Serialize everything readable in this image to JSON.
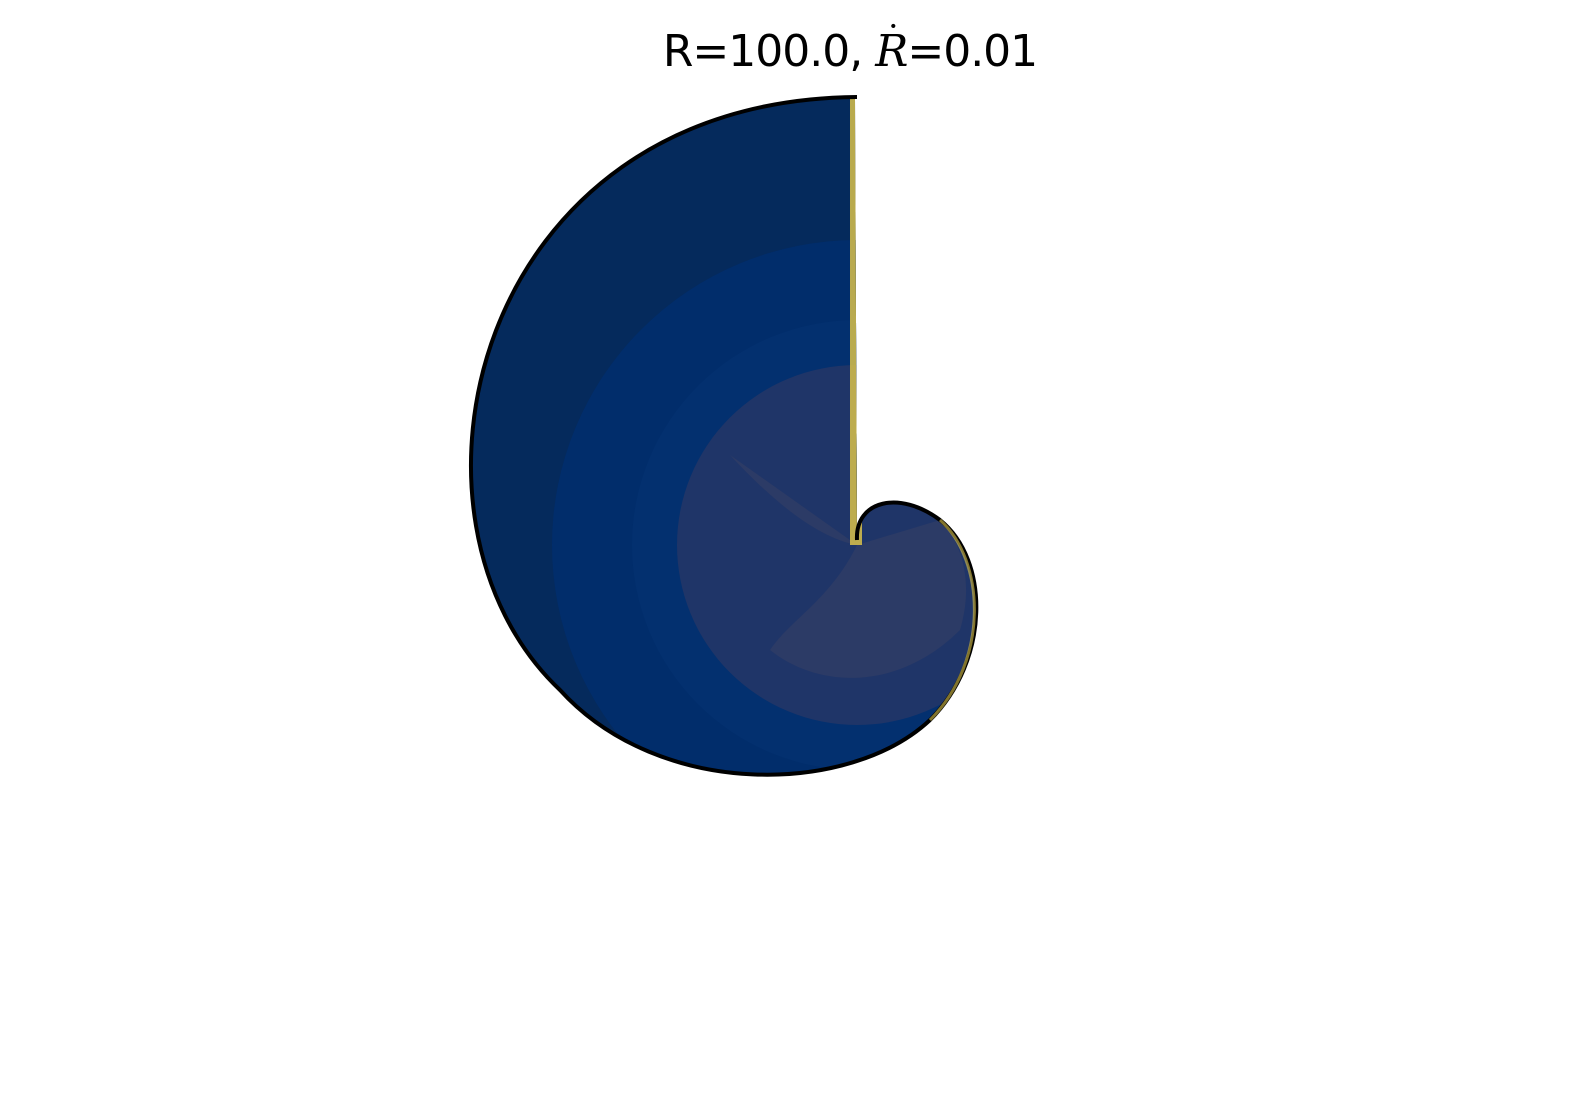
{
  "figure": {
    "title_prefix": "R=100.0, ",
    "title_symbol": "R",
    "title_suffix": "=0.01",
    "colors": {
      "outer_dark": "#052a5c",
      "mid_band": "#012d6b",
      "inner_band": "#03306f",
      "core": "#1f3568",
      "core_light": "#363f64",
      "edge_highlight": "#d9c14a",
      "outline": "#000000"
    }
  }
}
